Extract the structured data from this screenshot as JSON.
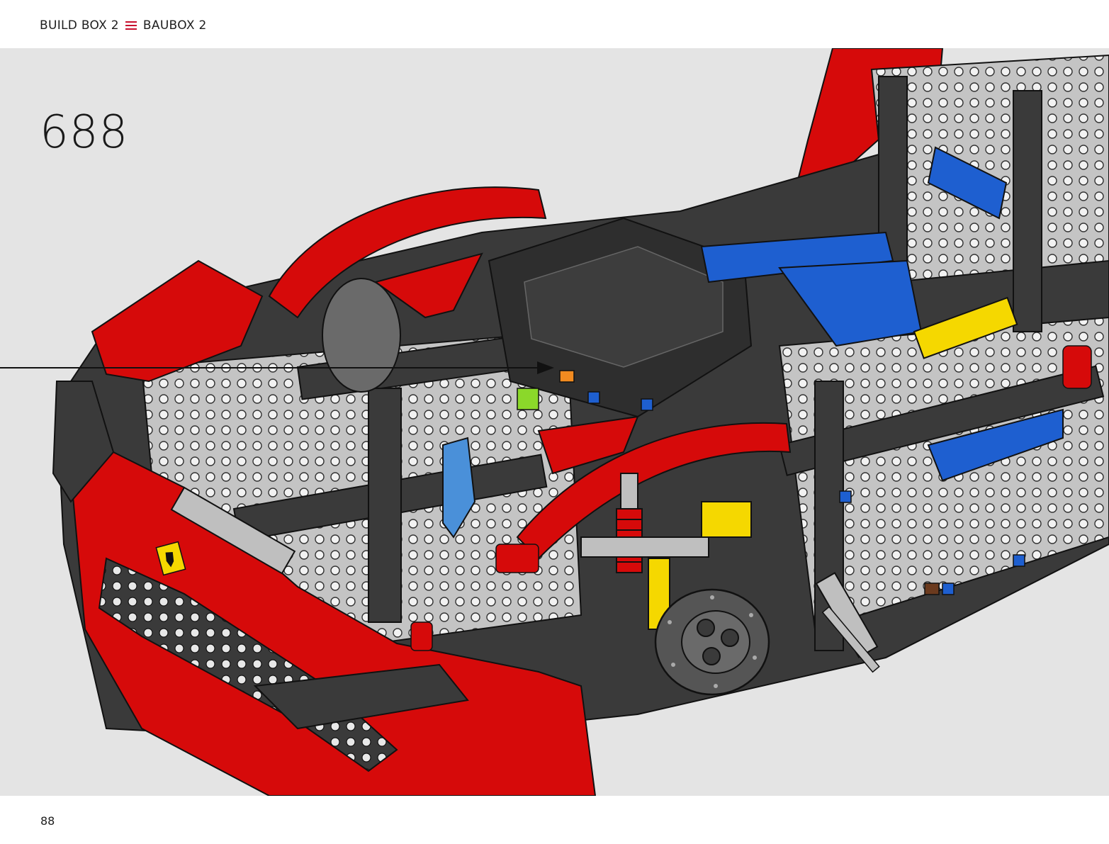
{
  "header": {
    "left_label": "BUILD BOX 2",
    "icon": "menu-icon",
    "right_label": "BAUBOX 2",
    "accent_color": "#c8102e"
  },
  "step": {
    "number": "688"
  },
  "footer": {
    "page_number": "88"
  },
  "colors": {
    "background": "#e4e4e4",
    "red": "#d60a0a",
    "dark_gray": "#3a3a3a",
    "light_gray": "#bfbfbf",
    "blue": "#1e5fd0",
    "yellow": "#f5d800"
  }
}
